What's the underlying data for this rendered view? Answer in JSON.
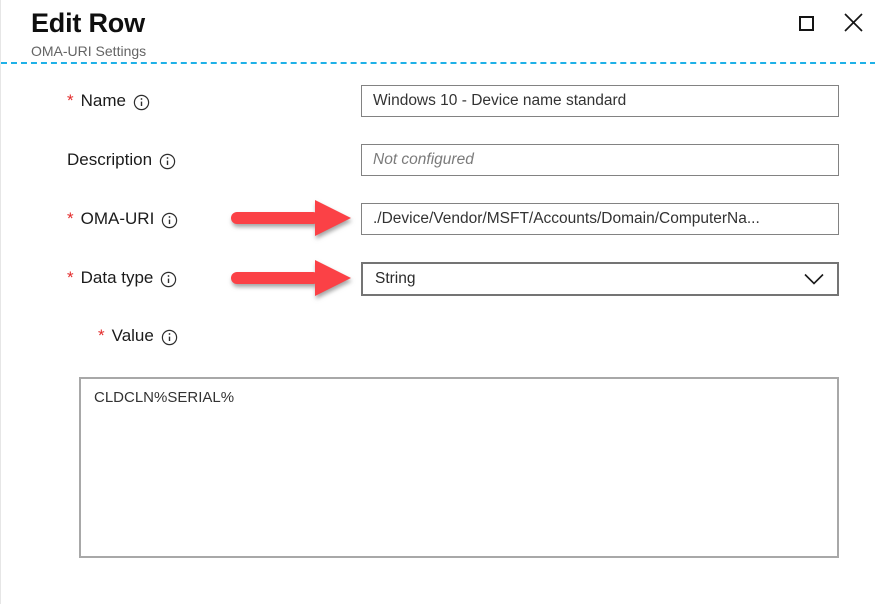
{
  "header": {
    "title": "Edit Row",
    "subtitle": "OMA-URI Settings"
  },
  "required_marker": "*",
  "fields": {
    "name": {
      "label": "Name",
      "value": "Windows 10 - Device name standard"
    },
    "description": {
      "label": "Description",
      "placeholder": "Not configured"
    },
    "oma_uri": {
      "label": "OMA-URI",
      "value": "./Device/Vendor/MSFT/Accounts/Domain/ComputerNa..."
    },
    "data_type": {
      "label": "Data type",
      "value": "String"
    },
    "value": {
      "label": "Value",
      "value": "CLDCLN%SERIAL%"
    }
  },
  "icons": {
    "info": "info-icon",
    "maximize": "maximize-icon",
    "close": "close-icon",
    "chevron": "chevron-down-icon",
    "arrow": "red-arrow-annotation"
  },
  "colors": {
    "divider_dashed_blue": "#1fb1e7",
    "arrow_red": "#fb4146",
    "required_red": "#e32b2b",
    "placeholder_gray": "#7a7a7a"
  }
}
